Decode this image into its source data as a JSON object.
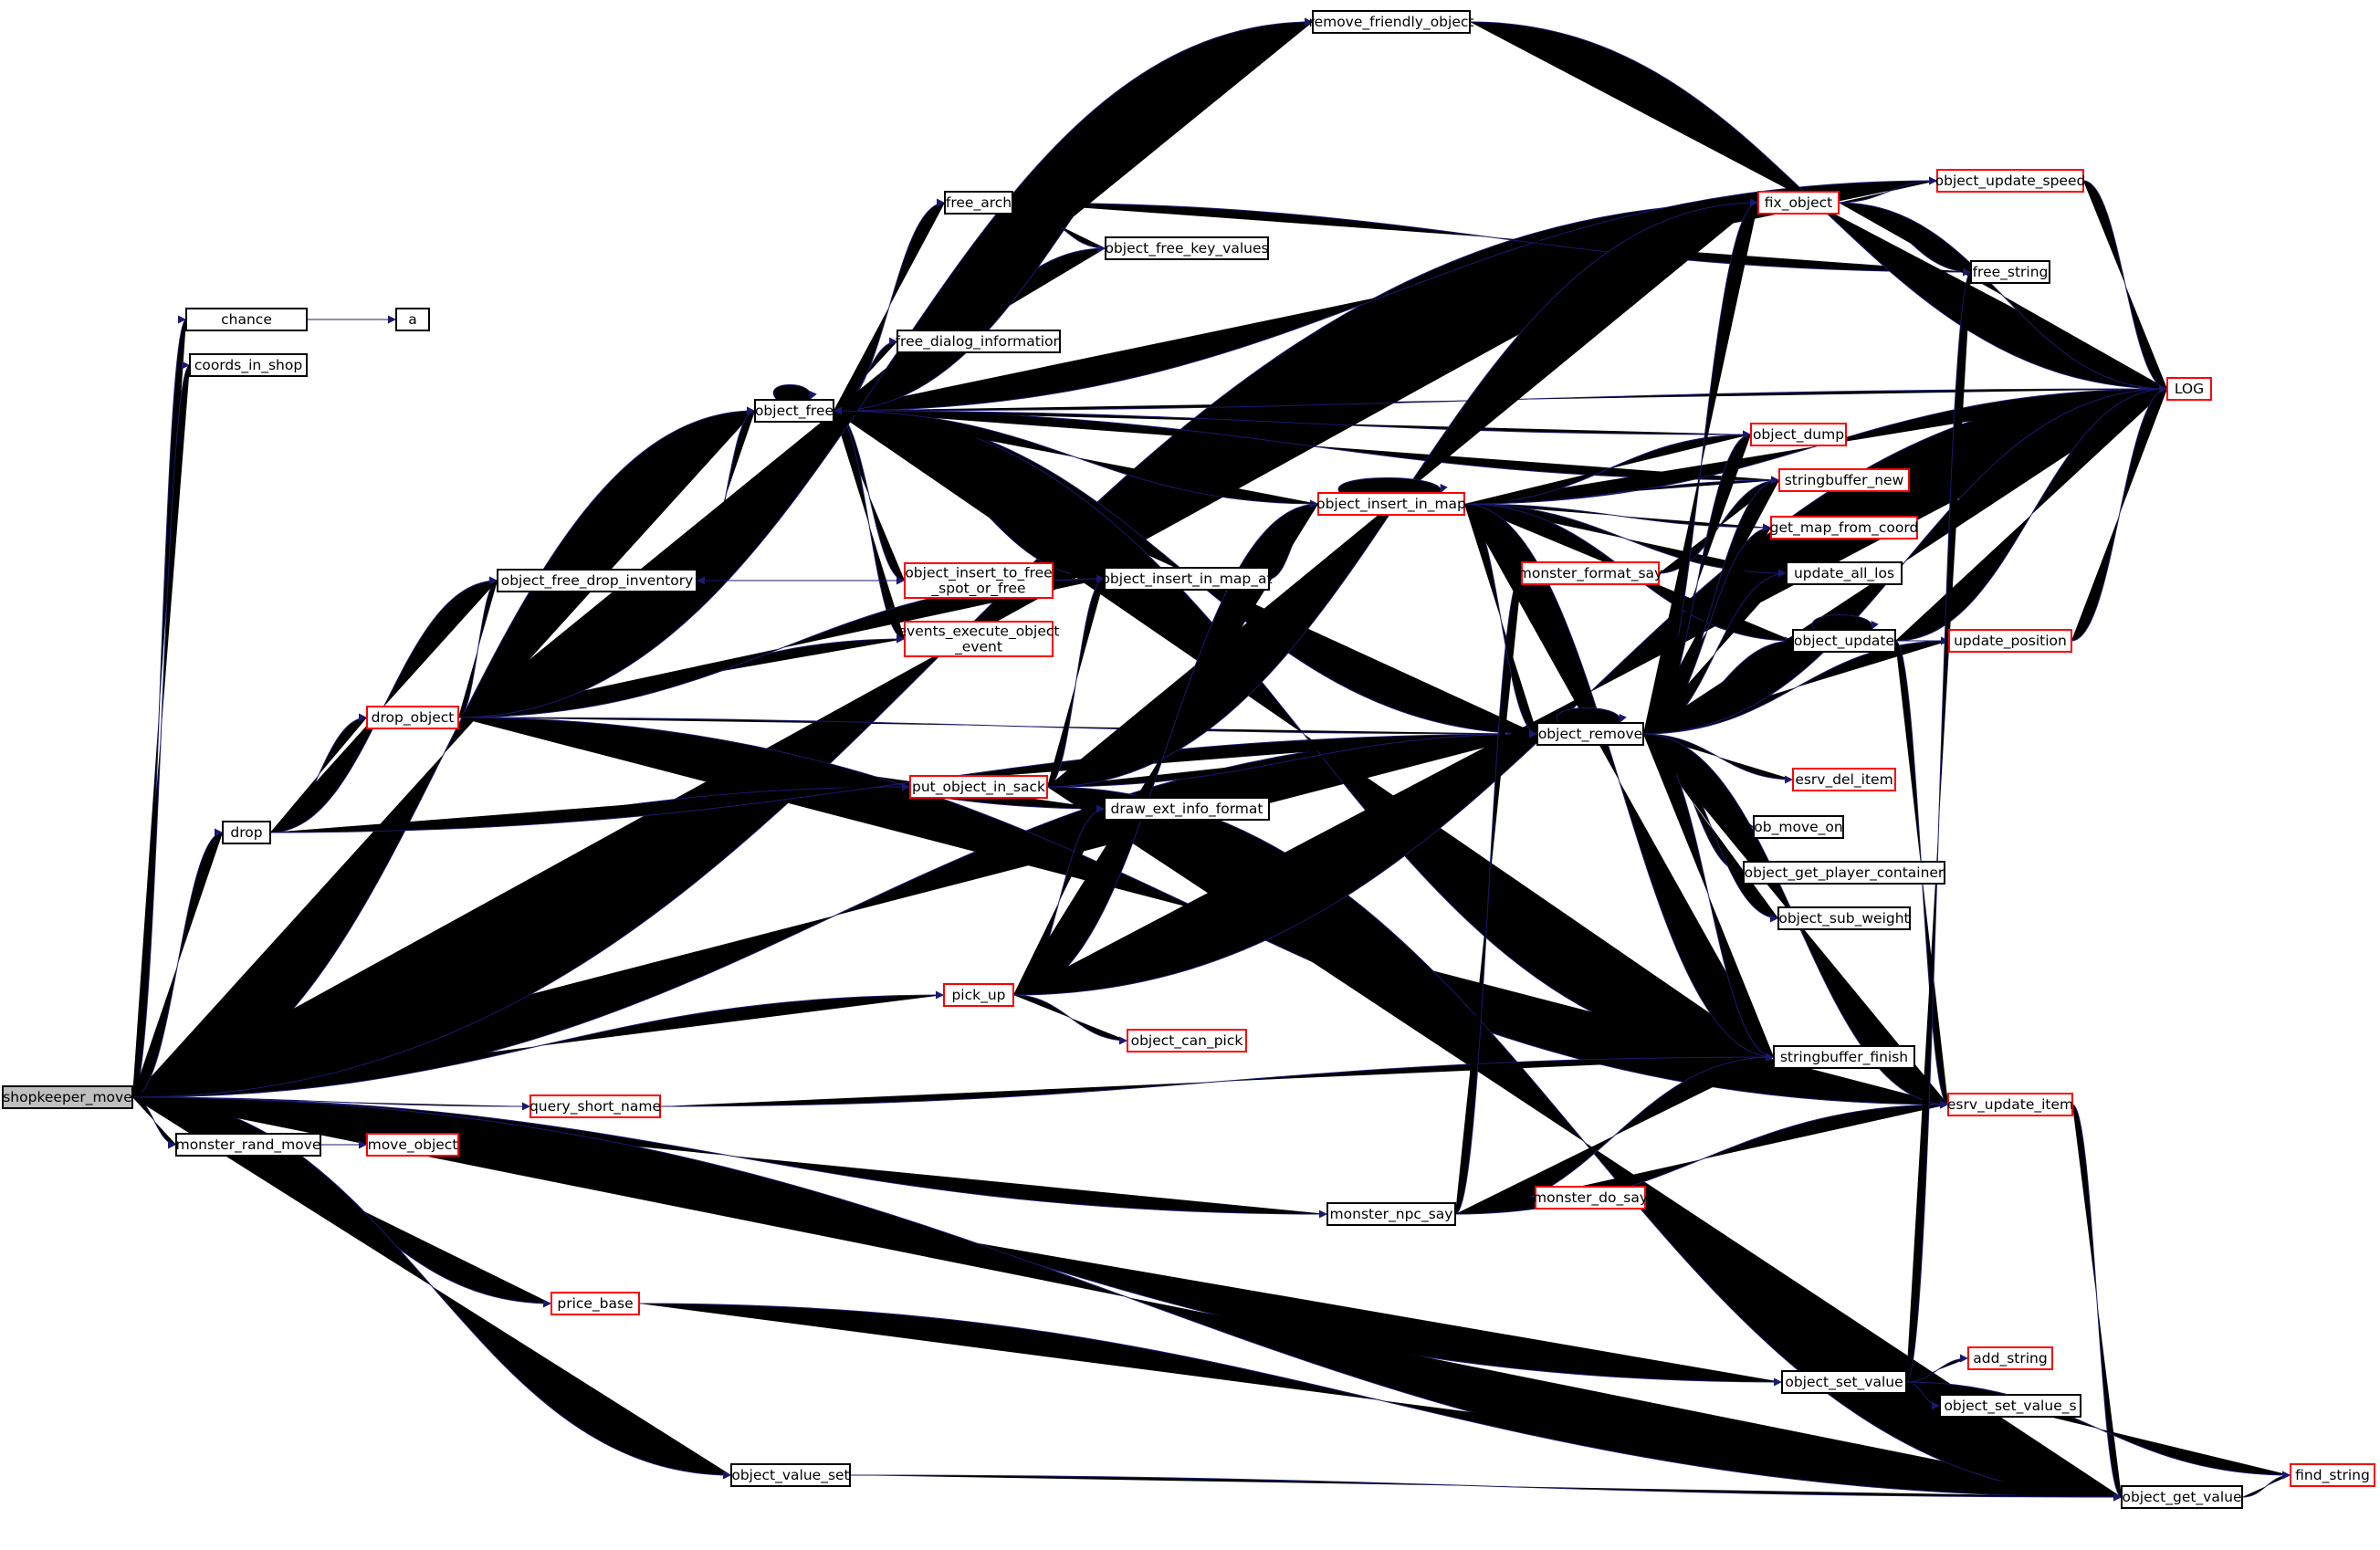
{
  "colors": {
    "edge": "#191970",
    "border_link": "#000000",
    "border_missing": "#ff0000",
    "root_fill": "#bfbfbf",
    "node_fill": "#ffffff"
  },
  "nodes": [
    {
      "id": "shopkeeper_move",
      "label": "shopkeeper_move",
      "kind": "root"
    },
    {
      "id": "chance",
      "label": "chance",
      "kind": "link"
    },
    {
      "id": "a",
      "label": "a",
      "kind": "link"
    },
    {
      "id": "coords_in_shop",
      "label": "coords_in_shop",
      "kind": "link"
    },
    {
      "id": "object_free",
      "label": "object_free",
      "kind": "link"
    },
    {
      "id": "free_arch",
      "label": "free_arch",
      "kind": "link"
    },
    {
      "id": "object_free_key_values",
      "label": "object_free_key_values",
      "kind": "link"
    },
    {
      "id": "free_dialog_information",
      "label": "free_dialog_information",
      "kind": "link"
    },
    {
      "id": "remove_friendly_object",
      "label": "remove_friendly_object",
      "kind": "link"
    },
    {
      "id": "object_free_drop_inventory",
      "label": "object_free_drop_inventory",
      "kind": "link"
    },
    {
      "id": "drop_object",
      "label": "drop_object",
      "kind": "missing"
    },
    {
      "id": "drop",
      "label": "drop",
      "kind": "link"
    },
    {
      "id": "object_insert_to_free_spot_or_free",
      "label": "object_insert_to_free\n_spot_or_free",
      "kind": "missing"
    },
    {
      "id": "events_execute_object_event",
      "label": "events_execute_object\n_event",
      "kind": "missing"
    },
    {
      "id": "object_insert_in_map_at",
      "label": "object_insert_in_map_at",
      "kind": "link"
    },
    {
      "id": "put_object_in_sack",
      "label": "put_object_in_sack",
      "kind": "missing"
    },
    {
      "id": "draw_ext_info_format",
      "label": "draw_ext_info_format",
      "kind": "link"
    },
    {
      "id": "pick_up",
      "label": "pick_up",
      "kind": "missing"
    },
    {
      "id": "object_can_pick",
      "label": "object_can_pick",
      "kind": "missing"
    },
    {
      "id": "query_short_name",
      "label": "query_short_name",
      "kind": "missing"
    },
    {
      "id": "monster_rand_move",
      "label": "monster_rand_move",
      "kind": "link"
    },
    {
      "id": "move_object",
      "label": "move_object",
      "kind": "missing"
    },
    {
      "id": "monster_npc_say",
      "label": "monster_npc_say",
      "kind": "link"
    },
    {
      "id": "monster_do_say",
      "label": "monster_do_say",
      "kind": "missing"
    },
    {
      "id": "price_base",
      "label": "price_base",
      "kind": "missing"
    },
    {
      "id": "object_value_set",
      "label": "object_value_set",
      "kind": "link"
    },
    {
      "id": "object_insert_in_map",
      "label": "object_insert_in_map",
      "kind": "missing"
    },
    {
      "id": "monster_format_say",
      "label": "monster_format_say",
      "kind": "missing"
    },
    {
      "id": "object_remove",
      "label": "object_remove",
      "kind": "link"
    },
    {
      "id": "fix_object",
      "label": "fix_object",
      "kind": "missing"
    },
    {
      "id": "object_update_speed",
      "label": "object_update_speed",
      "kind": "missing"
    },
    {
      "id": "free_string",
      "label": "free_string",
      "kind": "link"
    },
    {
      "id": "LOG",
      "label": "LOG",
      "kind": "missing"
    },
    {
      "id": "object_dump",
      "label": "object_dump",
      "kind": "missing"
    },
    {
      "id": "stringbuffer_new",
      "label": "stringbuffer_new",
      "kind": "missing"
    },
    {
      "id": "get_map_from_coord",
      "label": "get_map_from_coord",
      "kind": "missing"
    },
    {
      "id": "update_all_los",
      "label": "update_all_los",
      "kind": "link"
    },
    {
      "id": "object_update",
      "label": "object_update",
      "kind": "link"
    },
    {
      "id": "update_position",
      "label": "update_position",
      "kind": "missing"
    },
    {
      "id": "esrv_del_item",
      "label": "esrv_del_item",
      "kind": "missing"
    },
    {
      "id": "ob_move_on",
      "label": "ob_move_on",
      "kind": "link"
    },
    {
      "id": "object_get_player_container",
      "label": "object_get_player_container",
      "kind": "link"
    },
    {
      "id": "object_sub_weight",
      "label": "object_sub_weight",
      "kind": "link"
    },
    {
      "id": "stringbuffer_finish",
      "label": "stringbuffer_finish",
      "kind": "link"
    },
    {
      "id": "esrv_update_item",
      "label": "esrv_update_item",
      "kind": "missing"
    },
    {
      "id": "object_set_value",
      "label": "object_set_value",
      "kind": "link"
    },
    {
      "id": "add_string",
      "label": "add_string",
      "kind": "missing"
    },
    {
      "id": "object_set_value_s",
      "label": "object_set_value_s",
      "kind": "link"
    },
    {
      "id": "find_string",
      "label": "find_string",
      "kind": "missing"
    },
    {
      "id": "object_get_value",
      "label": "object_get_value",
      "kind": "link"
    }
  ],
  "edges": [
    [
      "shopkeeper_move",
      "chance"
    ],
    [
      "shopkeeper_move",
      "coords_in_shop"
    ],
    [
      "shopkeeper_move",
      "object_free"
    ],
    [
      "shopkeeper_move",
      "drop"
    ],
    [
      "shopkeeper_move",
      "object_remove"
    ],
    [
      "shopkeeper_move",
      "pick_up"
    ],
    [
      "shopkeeper_move",
      "query_short_name"
    ],
    [
      "shopkeeper_move",
      "monster_rand_move"
    ],
    [
      "shopkeeper_move",
      "monster_npc_say"
    ],
    [
      "shopkeeper_move",
      "price_base"
    ],
    [
      "shopkeeper_move",
      "object_set_value"
    ],
    [
      "shopkeeper_move",
      "object_value_set"
    ],
    [
      "shopkeeper_move",
      "object_get_value"
    ],
    [
      "shopkeeper_move",
      "fix_object"
    ],
    [
      "chance",
      "a"
    ],
    [
      "object_free",
      "object_free"
    ],
    [
      "object_free",
      "free_arch"
    ],
    [
      "object_free",
      "object_free_key_values"
    ],
    [
      "object_free",
      "free_dialog_information"
    ],
    [
      "object_free",
      "object_free_drop_inventory"
    ],
    [
      "object_free",
      "object_insert_to_free_spot_or_free"
    ],
    [
      "object_free",
      "events_execute_object_event"
    ],
    [
      "object_free",
      "object_insert_in_map_at"
    ],
    [
      "object_free",
      "object_remove"
    ],
    [
      "object_free",
      "stringbuffer_new"
    ],
    [
      "object_free",
      "stringbuffer_finish"
    ],
    [
      "object_free",
      "object_dump"
    ],
    [
      "object_free",
      "object_update_speed"
    ],
    [
      "object_free",
      "LOG"
    ],
    [
      "object_free",
      "remove_friendly_object"
    ],
    [
      "free_arch",
      "object_free_key_values"
    ],
    [
      "free_arch",
      "free_string"
    ],
    [
      "remove_friendly_object",
      "LOG"
    ],
    [
      "object_free_drop_inventory",
      "object_free"
    ],
    [
      "drop_object",
      "object_free_drop_inventory"
    ],
    [
      "drop_object",
      "events_execute_object_event"
    ],
    [
      "drop_object",
      "object_insert_in_map_at"
    ],
    [
      "drop_object",
      "object_remove"
    ],
    [
      "drop_object",
      "put_object_in_sack"
    ],
    [
      "drop_object",
      "draw_ext_info_format"
    ],
    [
      "drop_object",
      "esrv_update_item"
    ],
    [
      "drop_object",
      "remove_friendly_object"
    ],
    [
      "drop",
      "drop_object"
    ],
    [
      "drop",
      "object_free_drop_inventory"
    ],
    [
      "drop",
      "put_object_in_sack"
    ],
    [
      "drop",
      "object_remove"
    ],
    [
      "object_insert_to_free_spot_or_free",
      "object_free_drop_inventory"
    ],
    [
      "object_insert_to_free_spot_or_free",
      "object_insert_in_map_at"
    ],
    [
      "object_insert_in_map_at",
      "object_insert_in_map"
    ],
    [
      "put_object_in_sack",
      "object_insert_in_map_at"
    ],
    [
      "put_object_in_sack",
      "draw_ext_info_format"
    ],
    [
      "put_object_in_sack",
      "object_remove"
    ],
    [
      "put_object_in_sack",
      "fix_object"
    ],
    [
      "put_object_in_sack",
      "object_get_value"
    ],
    [
      "pick_up",
      "draw_ext_info_format"
    ],
    [
      "pick_up",
      "object_insert_in_map"
    ],
    [
      "pick_up",
      "object_can_pick"
    ],
    [
      "pick_up",
      "LOG"
    ],
    [
      "query_short_name",
      "stringbuffer_finish"
    ],
    [
      "monster_rand_move",
      "move_object"
    ],
    [
      "monster_npc_say",
      "monster_do_say"
    ],
    [
      "monster_npc_say",
      "monster_format_say"
    ],
    [
      "monster_npc_say",
      "stringbuffer_finish"
    ],
    [
      "monster_npc_say",
      "esrv_update_item"
    ],
    [
      "price_base",
      "object_get_value"
    ],
    [
      "object_value_set",
      "object_get_value"
    ],
    [
      "object_insert_in_map",
      "object_insert_in_map"
    ],
    [
      "object_insert_in_map",
      "object_free"
    ],
    [
      "object_insert_in_map",
      "LOG"
    ],
    [
      "object_insert_in_map",
      "object_dump"
    ],
    [
      "object_insert_in_map",
      "stringbuffer_new"
    ],
    [
      "object_insert_in_map",
      "get_map_from_coord"
    ],
    [
      "object_insert_in_map",
      "update_all_los"
    ],
    [
      "object_insert_in_map",
      "object_update"
    ],
    [
      "object_insert_in_map",
      "object_remove"
    ],
    [
      "object_insert_in_map",
      "stringbuffer_finish"
    ],
    [
      "monster_format_say",
      "stringbuffer_new"
    ],
    [
      "object_remove",
      "object_remove"
    ],
    [
      "object_remove",
      "fix_object"
    ],
    [
      "object_remove",
      "object_dump"
    ],
    [
      "object_remove",
      "stringbuffer_new"
    ],
    [
      "object_remove",
      "get_map_from_coord"
    ],
    [
      "object_remove",
      "update_all_los"
    ],
    [
      "object_remove",
      "object_update"
    ],
    [
      "object_remove",
      "update_position"
    ],
    [
      "object_remove",
      "LOG"
    ],
    [
      "object_remove",
      "esrv_del_item"
    ],
    [
      "object_remove",
      "ob_move_on"
    ],
    [
      "object_remove",
      "object_get_player_container"
    ],
    [
      "object_remove",
      "object_sub_weight"
    ],
    [
      "object_remove",
      "stringbuffer_finish"
    ],
    [
      "object_remove",
      "esrv_update_item"
    ],
    [
      "fix_object",
      "object_update_speed"
    ],
    [
      "fix_object",
      "free_string"
    ],
    [
      "fix_object",
      "LOG"
    ],
    [
      "object_update_speed",
      "LOG"
    ],
    [
      "object_update",
      "object_update"
    ],
    [
      "object_update",
      "update_position"
    ],
    [
      "object_update",
      "LOG"
    ],
    [
      "object_update",
      "esrv_update_item"
    ],
    [
      "update_position",
      "LOG"
    ],
    [
      "esrv_update_item",
      "object_get_value"
    ],
    [
      "object_set_value",
      "free_string"
    ],
    [
      "object_set_value",
      "add_string"
    ],
    [
      "object_set_value",
      "object_set_value_s"
    ],
    [
      "object_set_value",
      "find_string"
    ],
    [
      "object_get_value",
      "find_string"
    ]
  ]
}
